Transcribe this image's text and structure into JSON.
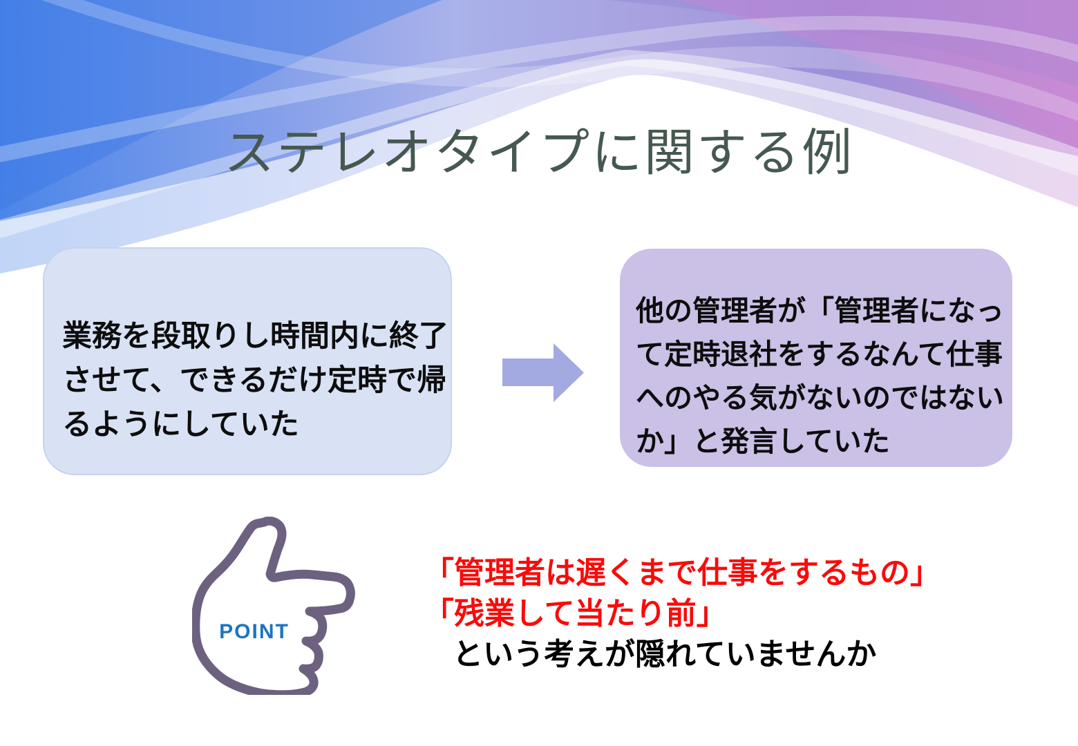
{
  "slide": {
    "title": "ステレオタイプに関する例",
    "left_box": {
      "lines": [
        "業務を段取りし時間内に終了",
        "させて、できるだけ定時で帰",
        "るようにしていた"
      ]
    },
    "right_box": {
      "lines": [
        "他の管理者が「管理者になっ",
        "て定時退社をするなんて仕事",
        "へのやる気がないのではない",
        "か」と発言していた"
      ]
    },
    "point_label": "POINT",
    "conclusion": {
      "red_line1": "「管理者は遅くまで仕事をするもの」",
      "red_line2": "「残業して当たり前」",
      "black_line": "という考えが隠れていませんか"
    },
    "colors": {
      "title_color": "#46584f",
      "left_box_bg": "#d9e2f5",
      "left_box_border": "#c6d2ee",
      "right_box_bg": "#cbc0e6",
      "arrow_fill": "#a3aae2",
      "hand_outline": "#6d6180",
      "point_color": "#1b74c0",
      "emphasis_red": "#fb0a0a"
    }
  }
}
